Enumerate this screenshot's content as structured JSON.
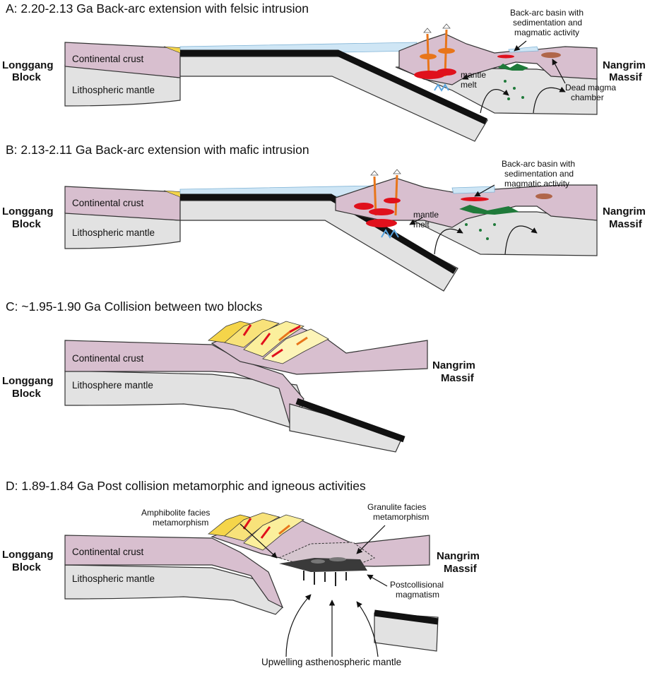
{
  "panels": {
    "a": {
      "title": "A: 2.20-2.13 Ga    Back-arc extension with felsic intrusion",
      "left_block": [
        "Longgang",
        "Block"
      ],
      "right_block": [
        "Nangrim",
        "Massif"
      ],
      "crust": "Continental crust",
      "mantle": "Lithospheric mantle",
      "basin_note": [
        "Back-arc basin with",
        "sedimentation and",
        "magmatic activity"
      ],
      "melt_note": [
        "mantle",
        "melt"
      ],
      "dead_chamber": [
        "Dead magma",
        "chamber"
      ]
    },
    "b": {
      "title": "B: 2.13-2.11 Ga    Back-arc extension with mafic intrusion",
      "left_block": [
        "Longgang",
        "Block"
      ],
      "right_block": [
        "Nangrim",
        "Massif"
      ],
      "crust": "Continental crust",
      "mantle": "Lithospheric mantle",
      "basin_note": [
        "Back-arc basin with",
        "sedimentation and",
        "magmatic activity"
      ],
      "melt_note": [
        "mantle",
        "melt"
      ]
    },
    "c": {
      "title": "C: ~1.95-1.90 Ga  Collision between two blocks",
      "left_block": [
        "Longgang",
        "Block"
      ],
      "right_block": [
        "Nangrim",
        "Massif"
      ],
      "crust": "Continental crust",
      "mantle": "Lithosphere mantle"
    },
    "d": {
      "title": "D: 1.89-1.84 Ga    Post collision metamorphic and igneous activities",
      "left_block": [
        "Longgang",
        "Block"
      ],
      "right_block": [
        "Nangrim",
        "Massif"
      ],
      "crust": "Continental crust",
      "mantle": "Lithospheric mantle",
      "amphibolite": [
        "Amphibolite facies",
        "metamorphism"
      ],
      "granulite": [
        "Granulite facies",
        "metamorphism"
      ],
      "postcollisional": [
        "Postcollisional",
        "magmatism"
      ],
      "upwelling": "Upwelling asthenospheric mantle"
    }
  },
  "colors": {
    "crust": "#d8bfcf",
    "mantle": "#e2e2e2",
    "slab": "#111111",
    "sediment": "#f5d54a",
    "water": "#cfe6f5",
    "felsic": "#e8751a",
    "red_magma": "#e0101c",
    "mafic": "#1f7a3a",
    "dead_magma": "#b0664a",
    "granulite_fill": "#3a3a3a"
  }
}
